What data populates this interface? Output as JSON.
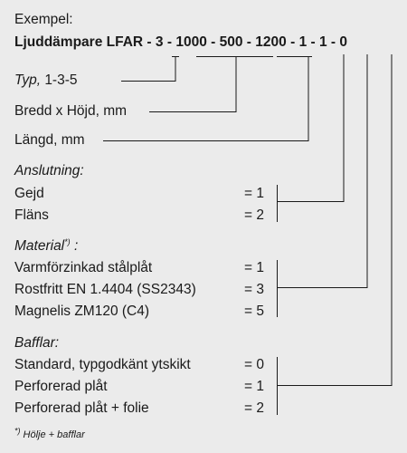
{
  "header": {
    "example_label": "Exempel:"
  },
  "code": {
    "prefix": "Ljuddämpare LFAR",
    "sep": "-",
    "parts": [
      "3",
      "1000",
      "500",
      "1200",
      "1",
      "1",
      "0"
    ]
  },
  "typ": {
    "label": "Typ,",
    "values": "1-3-5"
  },
  "bredd_hojd": {
    "label": "Bredd x Höjd, mm"
  },
  "langd": {
    "label": "Längd, mm"
  },
  "anslutning": {
    "heading": "Anslutning:",
    "options": [
      {
        "label": "Gejd",
        "code": "= 1"
      },
      {
        "label": "Fläns",
        "code": "= 2"
      }
    ]
  },
  "material": {
    "heading": "Material",
    "heading_sup": "*)",
    "heading_suffix": " :",
    "options": [
      {
        "label": "Varmförzinkad stålplåt",
        "code": "= 1"
      },
      {
        "label": "Rostfritt EN 1.4404 (SS2343)",
        "code": "= 3"
      },
      {
        "label": "Magnelis ZM120 (C4)",
        "code": "= 5"
      }
    ]
  },
  "bafflar": {
    "heading": "Bafflar:",
    "options": [
      {
        "label": "Standard, typgodkänt ytskikt",
        "code": "= 0"
      },
      {
        "label": "Perforerad plåt",
        "code": "= 1"
      },
      {
        "label": "Perforerad plåt + folie",
        "code": "= 2"
      }
    ]
  },
  "footnote": {
    "mark": "*)",
    "text": " Hölje + bafflar"
  }
}
